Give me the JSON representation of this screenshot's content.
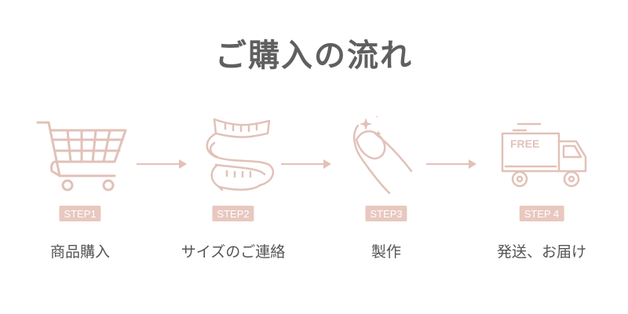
{
  "title": "ご購入の流れ",
  "colors": {
    "accent": "#e8c8bf",
    "icon_stroke": "#e2c1b8",
    "title": "#5f5f5f",
    "label": "#555555"
  },
  "steps": [
    {
      "badge": "STEP1",
      "label": "商品購入",
      "icon": "shopping-cart-icon"
    },
    {
      "badge": "STEP2",
      "label": "サイズのご連絡",
      "icon": "measuring-tape-icon"
    },
    {
      "badge": "STEP3",
      "label": "製作",
      "icon": "nail-icon"
    },
    {
      "badge": "STEP 4",
      "label": "発送、お届け",
      "icon": "delivery-truck-icon"
    }
  ],
  "truck_text": "FREE"
}
